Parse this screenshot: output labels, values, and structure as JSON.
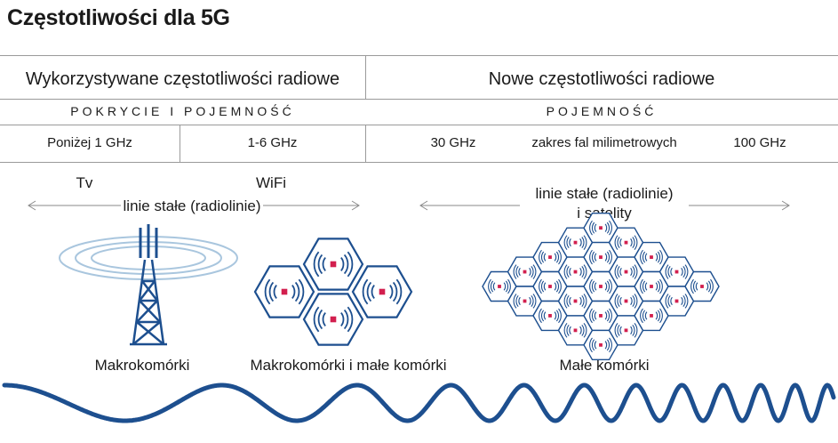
{
  "title": "Częstotliwości dla 5G",
  "columns": {
    "left_header": "Wykorzystywane częstotliwości radiowe",
    "right_header": "Nowe częstotliwości radiowe",
    "left_sub": "POKRYCIE I POJEMNOŚĆ",
    "right_sub": "POJEMNOŚĆ"
  },
  "frequencies": {
    "f1": "Poniżej 1 GHz",
    "f2": "1-6 GHz",
    "f3": "30 GHz",
    "f4": "zakres fal milimetrowych",
    "f5": "100 GHz"
  },
  "labels": {
    "tv": "Tv",
    "wifi": "WiFi",
    "left_range": "linie stałe (radiolinie)",
    "right_range_1": "linie stałe (radiolinie)",
    "right_range_2": "i satelity"
  },
  "captions": {
    "macro": "Makrokomórki",
    "macro_small": "Makrokomórki i małe komórki",
    "small": "Małe komórki"
  },
  "colors": {
    "blue": "#1d4f8f",
    "light_blue": "#a9c6de",
    "red": "#d21f4e",
    "line": "#9a9a9a"
  },
  "icons": {
    "tower": "radio-tower-icon",
    "hex": "hexagon-cell-icon",
    "wave": "wave-icon"
  }
}
